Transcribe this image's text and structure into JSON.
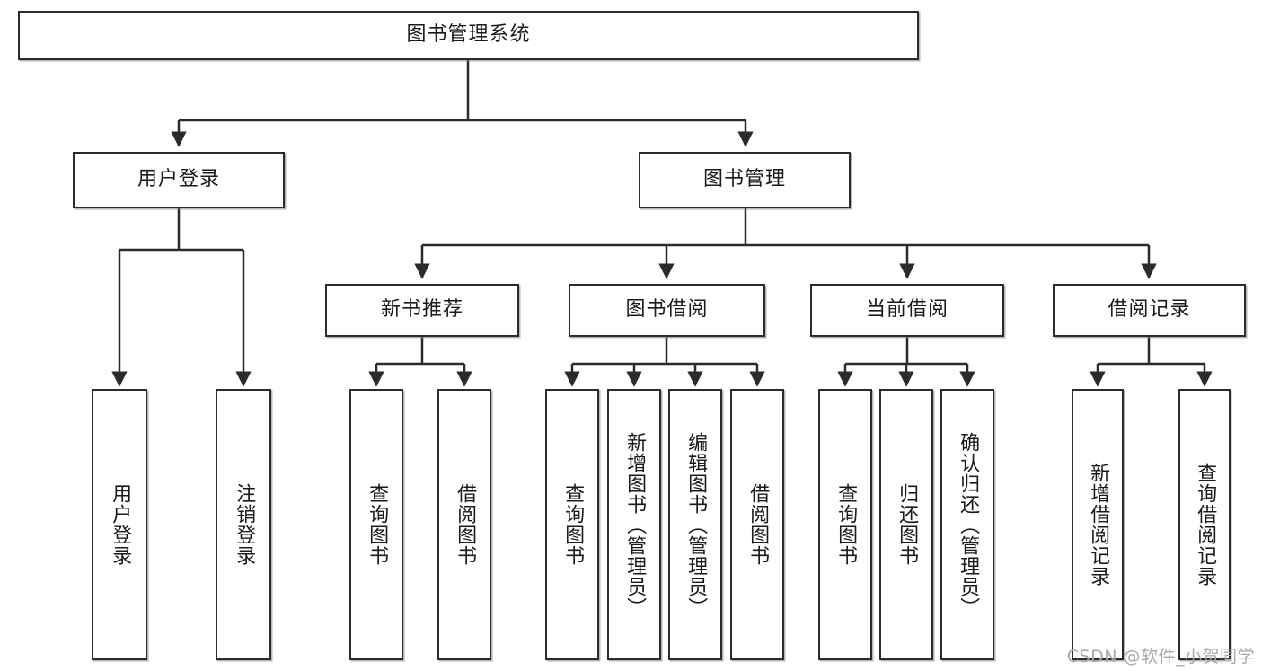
{
  "diagram": {
    "title": "图书管理系统",
    "type": "tree-hierarchy-diagram",
    "root": {
      "id": "root",
      "label": "图书管理系统"
    },
    "level2": [
      {
        "id": "user-login",
        "label": "用户登录"
      },
      {
        "id": "book-manage",
        "label": "图书管理"
      }
    ],
    "level3": [
      {
        "id": "new-book-rec",
        "label": "新书推荐",
        "parent": "book-manage"
      },
      {
        "id": "book-borrow",
        "label": "图书借阅",
        "parent": "book-manage"
      },
      {
        "id": "current-borrow",
        "label": "当前借阅",
        "parent": "book-manage"
      },
      {
        "id": "borrow-record",
        "label": "借阅记录",
        "parent": "book-manage"
      }
    ],
    "leaves": [
      {
        "id": "leaf-user-login",
        "label": "用户登录",
        "parent": "user-login"
      },
      {
        "id": "leaf-logout",
        "label": "注销登录",
        "parent": "user-login"
      },
      {
        "id": "leaf-query-book-1",
        "label": "查询图书",
        "parent": "new-book-rec"
      },
      {
        "id": "leaf-borrow-book-1",
        "label": "借阅图书",
        "parent": "new-book-rec"
      },
      {
        "id": "leaf-query-book-2",
        "label": "查询图书",
        "parent": "book-borrow"
      },
      {
        "id": "leaf-add-book",
        "label": "新增图书（管理员）",
        "parent": "book-borrow"
      },
      {
        "id": "leaf-edit-book",
        "label": "编辑图书（管理员）",
        "parent": "book-borrow"
      },
      {
        "id": "leaf-borrow-book-2",
        "label": "借阅图书",
        "parent": "book-borrow"
      },
      {
        "id": "leaf-query-book-3",
        "label": "查询图书",
        "parent": "current-borrow"
      },
      {
        "id": "leaf-return-book",
        "label": "归还图书",
        "parent": "current-borrow"
      },
      {
        "id": "leaf-confirm-return",
        "label": "确认归还（管理员）",
        "parent": "current-borrow"
      },
      {
        "id": "leaf-add-record",
        "label": "新增借阅记录",
        "parent": "borrow-record"
      },
      {
        "id": "leaf-query-record",
        "label": "查询借阅记录",
        "parent": "borrow-record"
      }
    ],
    "watermark": "CSDN @软件_小贺同学",
    "colors": {
      "stroke": "#2b2b2b",
      "fill": "#ffffff",
      "text": "#1a1a1a",
      "watermark": "#a8a8a8"
    }
  }
}
